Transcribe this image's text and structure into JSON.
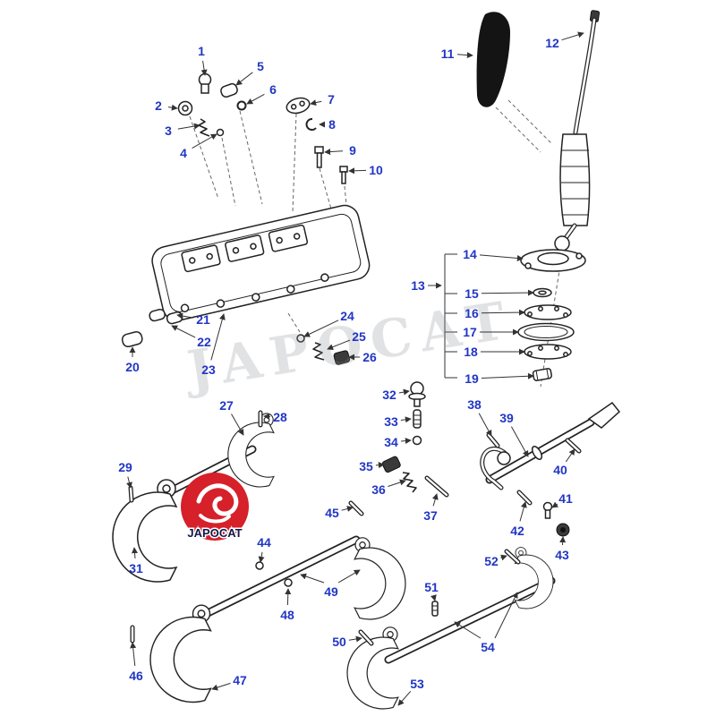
{
  "colors": {
    "label_color": "#2136c4",
    "logo_red": "#d6202a",
    "logo_text_color": "#121747"
  },
  "watermark": {
    "text": "JAPOCAT"
  },
  "logo": {
    "text": "JAPOCAT"
  },
  "parts": [
    {
      "num": "1",
      "label": [
        225,
        57
      ],
      "target": [
        229,
        84
      ]
    },
    {
      "num": "2",
      "label": [
        177,
        118
      ],
      "target": [
        198,
        121
      ]
    },
    {
      "num": "3",
      "label": [
        188,
        146
      ],
      "target": [
        223,
        140
      ]
    },
    {
      "num": "4",
      "label": [
        205,
        171
      ],
      "target": [
        242,
        150
      ]
    },
    {
      "num": "5",
      "label": [
        291,
        74
      ],
      "target": [
        264,
        95
      ]
    },
    {
      "num": "6",
      "label": [
        305,
        100
      ],
      "target": [
        276,
        116
      ]
    },
    {
      "num": "7",
      "label": [
        370,
        111
      ],
      "target": [
        347,
        116
      ]
    },
    {
      "num": "8",
      "label": [
        371,
        139
      ],
      "target": [
        357,
        139
      ]
    },
    {
      "num": "9",
      "label": [
        394,
        168
      ],
      "target": [
        363,
        170
      ]
    },
    {
      "num": "10",
      "label": [
        420,
        190
      ],
      "target": [
        390,
        191
      ]
    },
    {
      "num": "11",
      "label": [
        500,
        60
      ],
      "target": [
        528,
        62
      ]
    },
    {
      "num": "12",
      "label": [
        617,
        48
      ],
      "target": [
        652,
        37
      ]
    },
    {
      "num": "13",
      "label": [
        467,
        319
      ],
      "target": [
        493,
        319
      ]
    },
    {
      "num": "14",
      "label": [
        525,
        284
      ],
      "target": [
        584,
        289
      ]
    },
    {
      "num": "15",
      "label": [
        527,
        328
      ],
      "target": [
        596,
        327
      ]
    },
    {
      "num": "16",
      "label": [
        527,
        350
      ],
      "target": [
        586,
        349
      ]
    },
    {
      "num": "17",
      "label": [
        525,
        371
      ],
      "target": [
        579,
        371
      ]
    },
    {
      "num": "18",
      "label": [
        526,
        393
      ],
      "target": [
        586,
        393
      ]
    },
    {
      "num": "19",
      "label": [
        527,
        423
      ],
      "target": [
        596,
        420
      ]
    },
    {
      "num": "20",
      "label": [
        148,
        410
      ],
      "target": [
        148,
        388
      ]
    },
    {
      "num": "21",
      "label": [
        227,
        357
      ],
      "target": [
        198,
        352
      ]
    },
    {
      "num": "22",
      "label": [
        228,
        382
      ],
      "target": [
        192,
        364
      ]
    },
    {
      "num": "23",
      "label": [
        233,
        413
      ],
      "target": [
        250,
        351
      ]
    },
    {
      "num": "24",
      "label": [
        388,
        353
      ],
      "target": [
        340,
        376
      ]
    },
    {
      "num": "25",
      "label": [
        401,
        376
      ],
      "target": [
        366,
        390
      ]
    },
    {
      "num": "26",
      "label": [
        413,
        399
      ],
      "target": [
        390,
        399
      ]
    },
    {
      "num": "27",
      "label": [
        253,
        453
      ],
      "target": [
        272,
        486
      ]
    },
    {
      "num": "28",
      "label": [
        313,
        466
      ],
      "target": [
        295,
        465
      ]
    },
    {
      "num": "29",
      "label": [
        140,
        522
      ],
      "target": [
        146,
        545
      ]
    },
    {
      "num": "31",
      "label": [
        152,
        635
      ],
      "target": [
        150,
        612
      ]
    },
    {
      "num": "32",
      "label": [
        435,
        441
      ],
      "target": [
        457,
        437
      ]
    },
    {
      "num": "33",
      "label": [
        437,
        471
      ],
      "target": [
        459,
        468
      ]
    },
    {
      "num": "34",
      "label": [
        437,
        494
      ],
      "target": [
        459,
        492
      ]
    },
    {
      "num": "35",
      "label": [
        409,
        521
      ],
      "target": [
        429,
        519
      ]
    },
    {
      "num": "36",
      "label": [
        423,
        547
      ],
      "target": [
        453,
        537
      ]
    },
    {
      "num": "37",
      "label": [
        481,
        576
      ],
      "target": [
        488,
        552
      ]
    },
    {
      "num": "38",
      "label": [
        530,
        452
      ],
      "target": [
        549,
        487
      ]
    },
    {
      "num": "39",
      "label": [
        566,
        467
      ],
      "target": [
        590,
        510
      ]
    },
    {
      "num": "40",
      "label": [
        626,
        525
      ],
      "target": [
        642,
        502
      ]
    },
    {
      "num": "41",
      "label": [
        632,
        557
      ],
      "target": [
        617,
        567
      ]
    },
    {
      "num": "42",
      "label": [
        578,
        593
      ],
      "target": [
        587,
        561
      ]
    },
    {
      "num": "43",
      "label": [
        628,
        620
      ],
      "target": [
        629,
        600
      ]
    },
    {
      "num": "44",
      "label": [
        295,
        606
      ],
      "target": [
        291,
        628
      ]
    },
    {
      "num": "45",
      "label": [
        371,
        573
      ],
      "target": [
        394,
        567
      ]
    },
    {
      "num": "46",
      "label": [
        152,
        755
      ],
      "target": [
        148,
        718
      ]
    },
    {
      "num": "47",
      "label": [
        268,
        760
      ],
      "target": [
        237,
        770
      ]
    },
    {
      "num": "48",
      "label": [
        321,
        687
      ],
      "target": [
        322,
        658
      ]
    },
    {
      "num": "49",
      "label": [
        370,
        661
      ]
    },
    {
      "num": "50",
      "label": [
        379,
        717
      ],
      "target": [
        404,
        713
      ]
    },
    {
      "num": "51",
      "label": [
        482,
        656
      ],
      "target": [
        486,
        671
      ]
    },
    {
      "num": "52",
      "label": [
        549,
        627
      ],
      "target": [
        566,
        621
      ]
    },
    {
      "num": "53",
      "label": [
        466,
        764
      ],
      "target": [
        445,
        788
      ]
    },
    {
      "num": "54",
      "label": [
        545,
        723
      ]
    }
  ]
}
